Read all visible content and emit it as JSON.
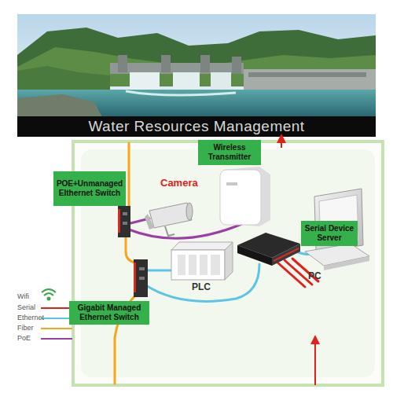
{
  "diagram": {
    "title": "Water Resources Management",
    "nodes": [
      {
        "text": [
          "Wireless Transmitter"
        ]
      },
      {
        "text": [
          "POE+Unmanaged Elthernet Switch"
        ]
      },
      {
        "text": [
          "Serial Device Server"
        ]
      },
      {
        "text": [
          "Gigabit Managed Ethernet Switch"
        ]
      }
    ],
    "labels": [
      "Camera",
      "PLC",
      "PC"
    ],
    "legend": [
      {
        "text": "Wifi"
      },
      {
        "text": "Serial"
      },
      {
        "text": "Ethernet"
      },
      {
        "text": "Fiber"
      },
      {
        "text": "PoE"
      }
    ]
  }
}
